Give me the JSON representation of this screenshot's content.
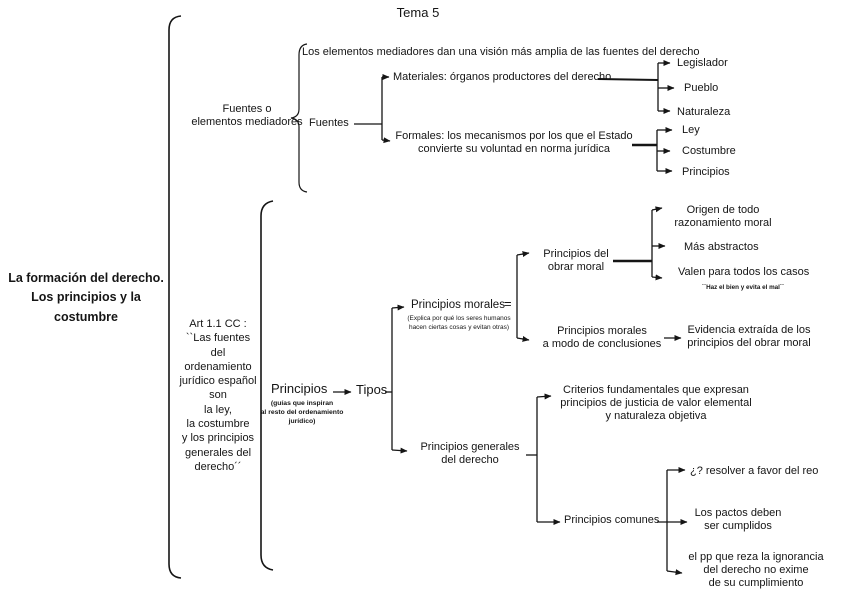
{
  "title": "Tema 5",
  "root": {
    "label": "La formación del derecho.\nLos principios y la costumbre"
  },
  "fuentes": {
    "label": "Fuentes o\nelementos mediadores",
    "note": "Los elementos mediadores dan una visión más amplia de las fuentes del derecho",
    "node": "Fuentes",
    "materiales": "Materiales: órganos productores del derecho",
    "materiales_children": [
      "Legislador",
      "Pueblo",
      "Naturaleza"
    ],
    "formales": "Formales: los mecanismos por los que el Estado\nconvierte su voluntad en norma jurídica",
    "formales_children": [
      "Ley",
      "Costumbre",
      "Principios"
    ]
  },
  "principios": {
    "art": "Art 1.1 CC :\n``Las fuentes\ndel\nordenamiento\njurídico español\nson\nla ley,\nla costumbre\ny los principios\ngenerales del\nderecho´´",
    "node": "Principios",
    "note": "(guías que inspiran\nal resto del ordenamiento\njurídico)",
    "tipos": "Tipos",
    "morales": {
      "label": "Principios morales",
      "note": "(Explica por qué los seres humanos\nhacen ciertas cosas y evitan otras)",
      "equals": "=",
      "obrar": {
        "label": "Principios del\nobrar moral",
        "children": [
          "Origen de todo\nrazonamiento moral",
          "Más abstractos",
          "Valen para todos los casos"
        ],
        "quote": "``Haz el bien y evita el mal´´"
      },
      "conclusiones": {
        "label": "Principios morales\na modo de conclusiones",
        "child": "Evidencia extraída de los\nprincipios del obrar moral"
      }
    },
    "generales": {
      "label": "Principios generales\ndel derecho",
      "criterios": "Criterios fundamentales que expresan\nprincipios de justicia de valor elemental\ny naturaleza objetiva",
      "comunes": {
        "label": "Principios comunes",
        "children": [
          "¿? resolver a favor del reo",
          "Los pactos deben\nser cumplidos",
          "el pp que reza la ignorancia\ndel derecho no exime\nde su cumplimiento"
        ]
      }
    }
  }
}
